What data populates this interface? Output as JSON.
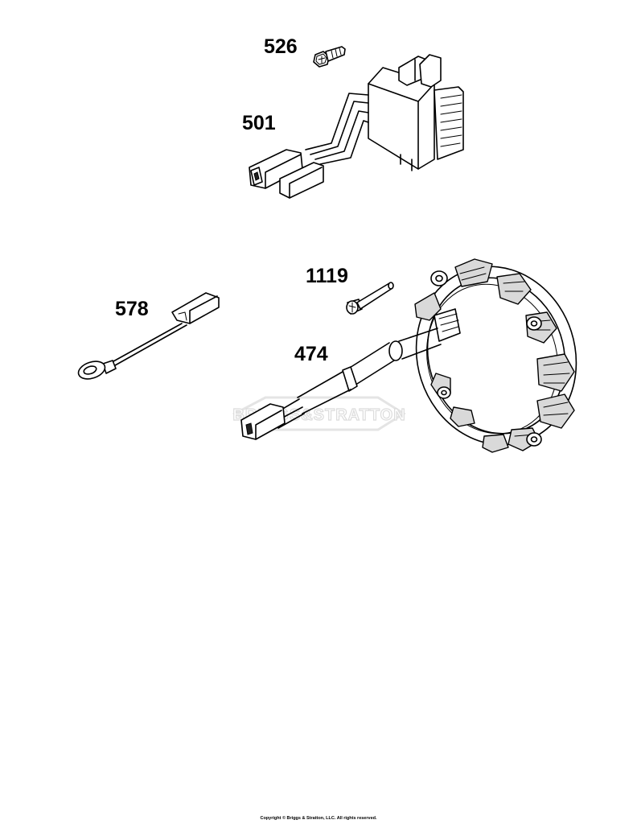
{
  "parts": [
    {
      "id": "526",
      "label": "526"
    },
    {
      "id": "501",
      "label": "501"
    },
    {
      "id": "1119",
      "label": "1119"
    },
    {
      "id": "578",
      "label": "578"
    },
    {
      "id": "474",
      "label": "474"
    }
  ],
  "watermark": {
    "text": "BRIGGS&STRATTON"
  },
  "footer": {
    "copyright": "Copyright © Briggs & Stratton, LLC. All rights reserved."
  }
}
